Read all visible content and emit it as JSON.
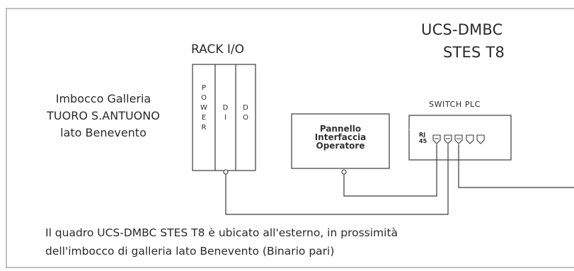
{
  "title": {
    "line1": "UCS-DMBC",
    "line2": "STES T8"
  },
  "location": {
    "line1": "Imbocco Galleria",
    "line2": "TUORO S.ANTUONO",
    "line3": "lato Benevento"
  },
  "rack": {
    "title": "RACK I/O",
    "power_letters": [
      "P",
      "O",
      "W",
      "E",
      "R"
    ],
    "di_letters": [
      "D",
      "I"
    ],
    "do_letters": [
      "D",
      "O"
    ]
  },
  "panel": {
    "line1": "Pannello",
    "line2": "Interfaccia",
    "line3": "Operatore"
  },
  "switch": {
    "title": "SWITCH PLC",
    "rj_line1": "RJ",
    "rj_line2": "45",
    "port_count": 5
  },
  "note": {
    "line1": "Il quadro UCS-DMBC STES T8 è ubicato all'esterno, in prossimità",
    "line2": "dell'imbocco di galleria lato Benevento (Binario pari)"
  },
  "colors": {
    "line": "#3a3a3a",
    "frame": "#9a9a9a",
    "text": "#2a2a2a"
  }
}
